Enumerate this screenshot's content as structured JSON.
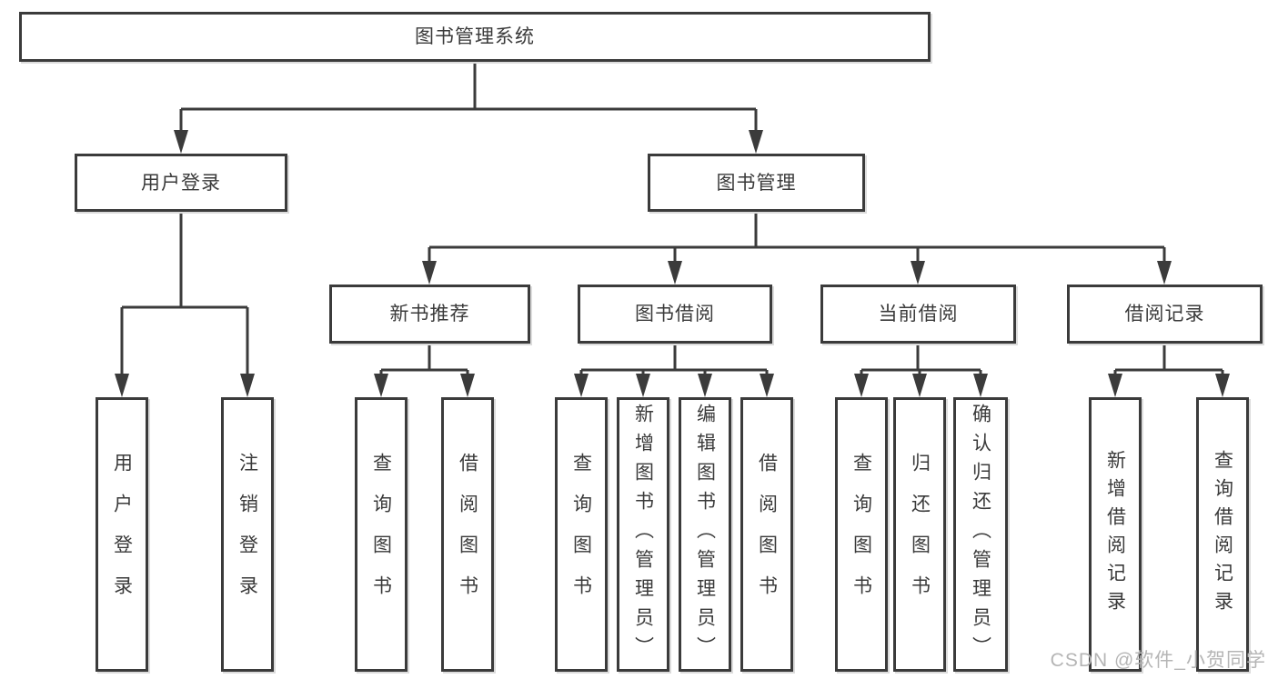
{
  "colors": {
    "line": "#3b3b3b",
    "text": "#3a3a3a",
    "background": "#ffffff",
    "watermark": "#b5b5b5"
  },
  "tree": {
    "root": {
      "label": "图书管理系统"
    },
    "branches": [
      {
        "label": "用户登录",
        "children": [
          {
            "label": "用户登录"
          },
          {
            "label": "注销登录"
          }
        ]
      },
      {
        "label": "图书管理",
        "children": [
          {
            "label": "新书推荐",
            "children": [
              {
                "label": "查询图书"
              },
              {
                "label": "借阅图书"
              }
            ]
          },
          {
            "label": "图书借阅",
            "children": [
              {
                "label": "查询图书"
              },
              {
                "label": "新增图书（管理员）"
              },
              {
                "label": "编辑图书（管理员）"
              },
              {
                "label": "借阅图书"
              }
            ]
          },
          {
            "label": "当前借阅",
            "children": [
              {
                "label": "查询图书"
              },
              {
                "label": "归还图书"
              },
              {
                "label": "确认归还（管理员）"
              }
            ]
          },
          {
            "label": "借阅记录",
            "children": [
              {
                "label": "新增借阅记录"
              },
              {
                "label": "查询借阅记录"
              }
            ]
          }
        ]
      }
    ]
  },
  "watermark": {
    "text": "CSDN @软件_小贺同学"
  }
}
